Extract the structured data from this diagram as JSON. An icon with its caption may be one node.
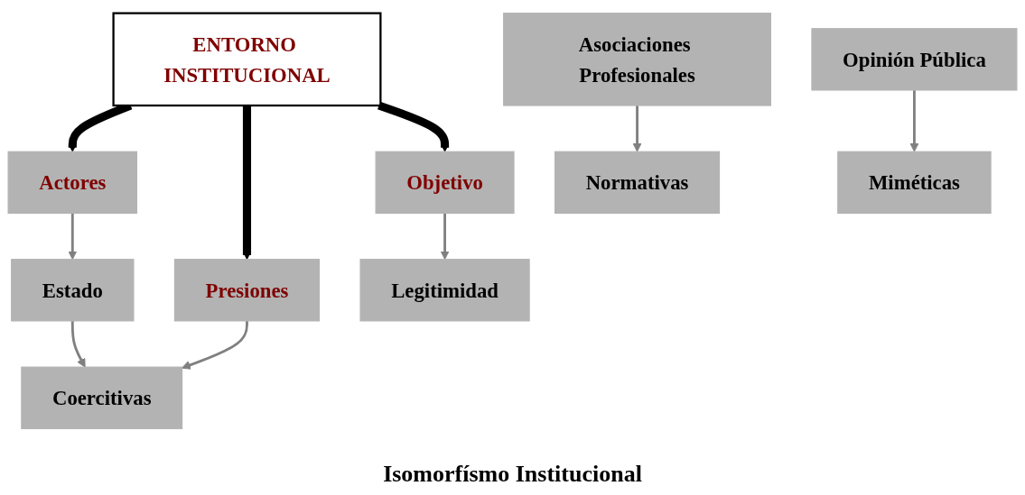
{
  "diagram": {
    "nodes": [
      {
        "text": [
          "ENTORNO INSTITUCIONAL"
        ]
      },
      {
        "text": [
          "Actores"
        ]
      },
      {
        "text": [
          "Presiones"
        ]
      },
      {
        "text": [
          "Objetivo"
        ]
      },
      {
        "text": [
          "Estado"
        ]
      },
      {
        "text": [
          "Coercitivas"
        ]
      },
      {
        "text": [
          "Legitimidad"
        ]
      },
      {
        "text": [
          "Asociaciones Profesionales"
        ]
      },
      {
        "text": [
          "Normativas"
        ]
      },
      {
        "text": [
          "Opinión Pública"
        ]
      },
      {
        "text": [
          "Miméticas"
        ]
      }
    ],
    "edges": [
      {
        "from": 0,
        "to": 1,
        "arrow": "to",
        "style": "thick",
        "color": "#000000"
      },
      {
        "from": 0,
        "to": 2,
        "arrow": "to",
        "style": "thick",
        "color": "#000000"
      },
      {
        "from": 0,
        "to": 3,
        "arrow": "to",
        "style": "thick",
        "color": "#000000"
      },
      {
        "from": 1,
        "to": 4,
        "arrow": "to"
      },
      {
        "from": 2,
        "to": 5,
        "arrow": "to"
      },
      {
        "from": 3,
        "to": 6,
        "arrow": "to"
      },
      {
        "from": 4,
        "to": 5,
        "arrow": "to"
      },
      {
        "from": 7,
        "to": 8,
        "arrow": "to"
      },
      {
        "from": 9,
        "to": 10,
        "arrow": "to"
      }
    ],
    "labels": [
      "Isomorfísmo Institucional"
    ]
  }
}
